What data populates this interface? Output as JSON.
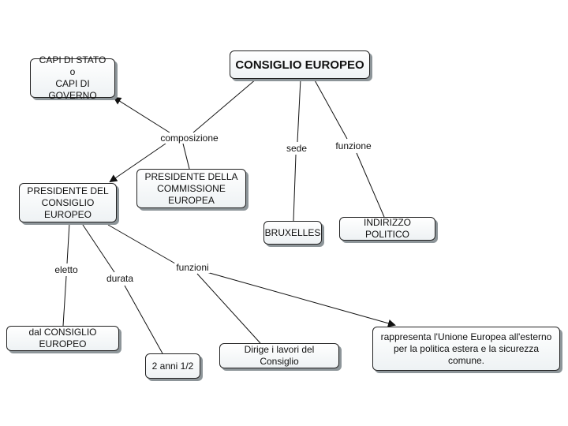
{
  "nodes": {
    "consiglio": "CONSIGLIO EUROPEO",
    "capi": [
      "CAPI DI STATO o",
      "CAPI DI GOVERNO"
    ],
    "presidente_consiglio": [
      "PRESIDENTE DEL",
      "CONSIGLIO EUROPEO"
    ],
    "presidente_commissione": [
      "PRESIDENTE DELLA",
      "COMMISSIONE EUROPEA"
    ],
    "bruxelles": "BRUXELLES",
    "indirizzo": "INDIRIZZO POLITICO",
    "dal_consiglio": "dal CONSIGLIO EUROPEO",
    "due_anni": "2 anni 1/2",
    "dirige": "Dirige i lavori del Consiglio",
    "rappresenta": [
      "rappresenta l'Unione Europea all'esterno",
      "per la politica estera e la sicurezza comune."
    ]
  },
  "links": {
    "composizione": "composizione",
    "sede": "sede",
    "funzione": "funzione",
    "eletto": "eletto",
    "durata": "durata",
    "funzioni": "funzioni"
  }
}
